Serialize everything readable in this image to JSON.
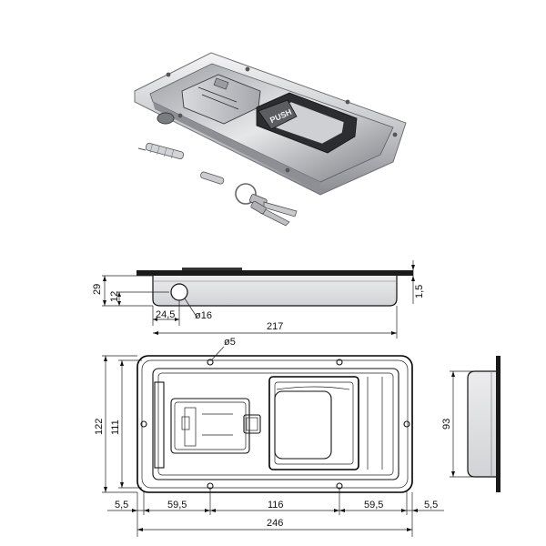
{
  "photo": {
    "push_label": "PUSH",
    "metal_light": "#e8e8ea",
    "metal_mid": "#b8b9bd",
    "metal_dark": "#6e7075",
    "metal_shadow": "#3a3b3e"
  },
  "side_view": {
    "dim_height": "29",
    "dim_offset": "12",
    "dim_hole_pos": "24,5",
    "dim_hole_diameter": "ø16",
    "dim_length": "217",
    "dim_thickness": "1,5"
  },
  "top_view": {
    "dim_screw_hole": "ø5",
    "dim_height_total": "122",
    "dim_height_inner": "111",
    "dim_right_height": "93",
    "dim_margin_left": "5,5",
    "dim_hole_spacing_left": "59,5",
    "dim_center": "116",
    "dim_hole_spacing_right": "59,5",
    "dim_margin_right": "5,5",
    "dim_total_width": "246"
  }
}
